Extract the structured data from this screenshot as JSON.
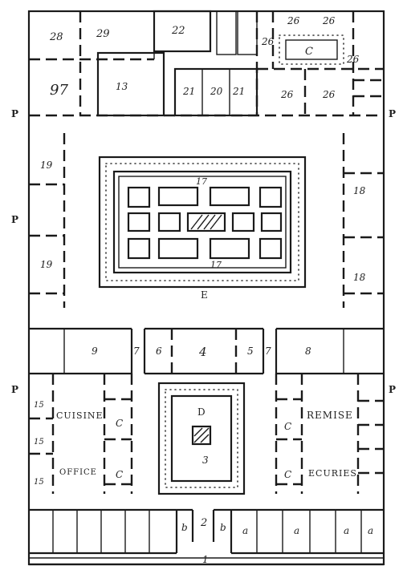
{
  "plan": {
    "labels": {
      "r28": "28",
      "r29": "29",
      "r22": "22",
      "r26a": "26",
      "r26b": "26",
      "r26c": "26",
      "r26d": "26",
      "r26e": "26",
      "r26f": "26",
      "c_top": "C",
      "r97": "97",
      "r13": "13",
      "r21a": "21",
      "r20": "20",
      "r21b": "21",
      "p_tl": "P",
      "p_tr": "P",
      "p_ml": "P",
      "p_bl": "P",
      "p_br": "P",
      "r19a": "19",
      "r19b": "19",
      "r18a": "18",
      "r18b": "18",
      "r17a": "17",
      "r17b": "17",
      "e": "E",
      "r9": "9",
      "r7a": "7",
      "r6": "6",
      "r4": "4",
      "r5": "5",
      "r7b": "7",
      "r8": "8",
      "r15a": "15",
      "r15b": "15",
      "r15c": "15",
      "cuisine": "CUISINE",
      "office": "OFFICE",
      "c_l1": "C",
      "c_l2": "C",
      "d": "D",
      "r3": "3",
      "remise": "REMISE",
      "ecuries": "ECURIES",
      "c_r1": "C",
      "c_r2": "C",
      "b1": "b",
      "r2": "2",
      "b2": "b",
      "a1": "a",
      "a2": "a",
      "a3": "a",
      "a4": "a",
      "r1": "1"
    }
  }
}
